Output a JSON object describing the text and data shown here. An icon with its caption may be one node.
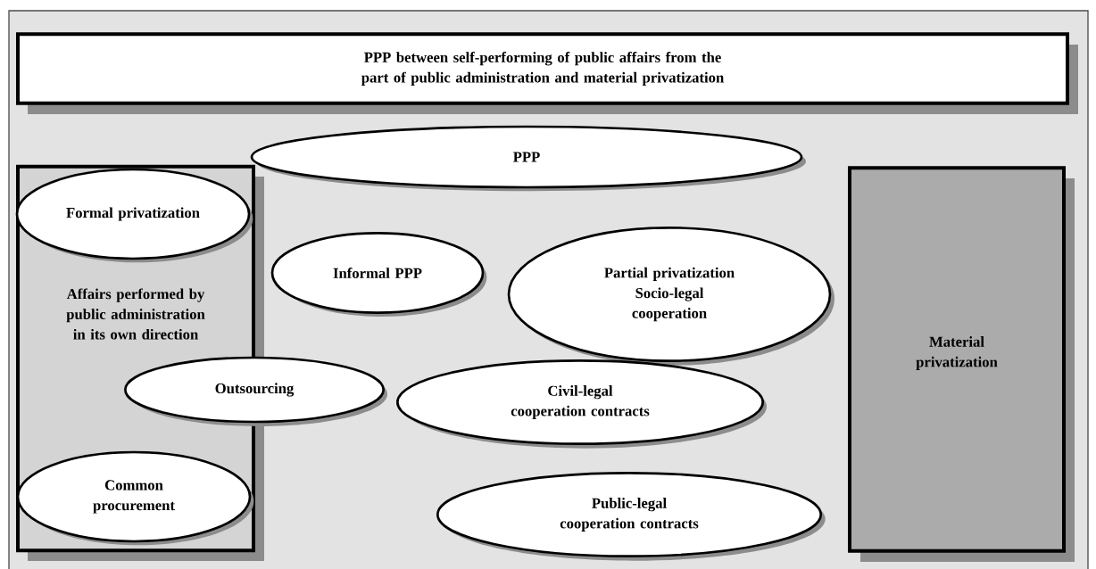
{
  "diagram": {
    "nodes": [
      {
        "text": [
          "PPP between self-performing of public affairs from the part of public administration and material privatization"
        ]
      },
      {
        "text": [
          "PPP"
        ]
      },
      {
        "text": [
          "Affairs performed by public administration in its own direction"
        ]
      },
      {
        "text": [
          "Formal privatization"
        ],
        "in": 2
      },
      {
        "text": [
          "Informal PPP"
        ]
      },
      {
        "text": [
          "Partial privatization",
          "Socio-legal cooperation"
        ]
      },
      {
        "text": [
          "Outsourcing"
        ]
      },
      {
        "text": [
          "Civil-legal cooperation contracts"
        ]
      },
      {
        "text": [
          "Common procurement"
        ],
        "in": 2
      },
      {
        "text": [
          "Public-legal cooperation contracts"
        ]
      },
      {
        "text": [
          "Material privatization"
        ]
      }
    ]
  }
}
